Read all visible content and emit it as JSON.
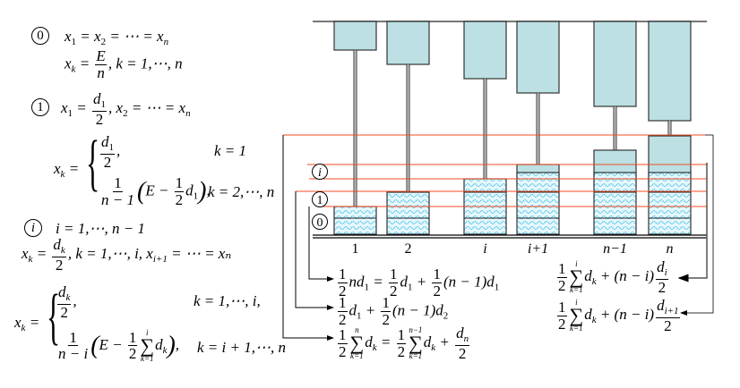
{
  "left_panel": {
    "step0": {
      "marker": "0",
      "eq1": "x₁ = x₂ = ⋯ = xₙ",
      "eq2_lhs": "x",
      "eq2_frac_num": "E",
      "eq2_frac_den": "n",
      "eq2_rhs": ", k = 1,⋯, n"
    },
    "step1": {
      "marker": "1",
      "eq1_frac_num": "d",
      "eq1_frac_den": "2",
      "eq1_rhs": ", x₂ = ⋯ = xₙ",
      "case1_cond": "k = 1",
      "case2_frac_num": "1",
      "case2_frac_den": "n − 1",
      "case2_body": "E −",
      "case2_cond": "k = 2,⋯, n"
    },
    "stepi": {
      "marker": "i",
      "range": "i = 1,⋯, n − 1",
      "eq1_rhs": ", k = 1,⋯, i, x",
      "eq1_tail": " = ⋯ = xₙ",
      "case1_cond": "k = 1,⋯, i,",
      "case2_frac_num": "1",
      "case2_frac_den": "n − i",
      "case2_cond": "k = i + 1,⋯, n"
    }
  },
  "diagram": {
    "colors": {
      "tank_fill": "#bce0e3",
      "water": "#3fc0e8",
      "red_line": "#f04b23",
      "frame": "#444444"
    },
    "level_markers": [
      "0",
      "1",
      "i"
    ],
    "column_labels": [
      "1",
      "2",
      "i",
      "i+1",
      "n−1",
      "n"
    ],
    "columns": [
      {
        "label": "1",
        "water_layers": 2,
        "has_cap": false
      },
      {
        "label": "2",
        "water_layers": 3,
        "has_cap": false
      },
      {
        "label": "i",
        "water_layers": 4,
        "has_cap": false
      },
      {
        "label": "i+1",
        "water_layers": 4,
        "has_cap": true
      },
      {
        "label": "n−1",
        "water_layers": 4,
        "has_cap": true
      },
      {
        "label": "n",
        "water_layers": 4,
        "has_cap": true
      }
    ]
  },
  "annotations": {
    "a1": "½ n d₁ = ½ d₁ + ½ (n − 1) d₁",
    "a2": "½ d₁ + ½ (n − 1) d₂",
    "a3": "½ Σ dₖ = ½ Σ dₖ + dₙ/2",
    "a4": "½ Σ dₖ + (n − i) dᵢ/2",
    "a5": "½ Σ dₖ + (n − i) dᵢ₊₁/2"
  }
}
